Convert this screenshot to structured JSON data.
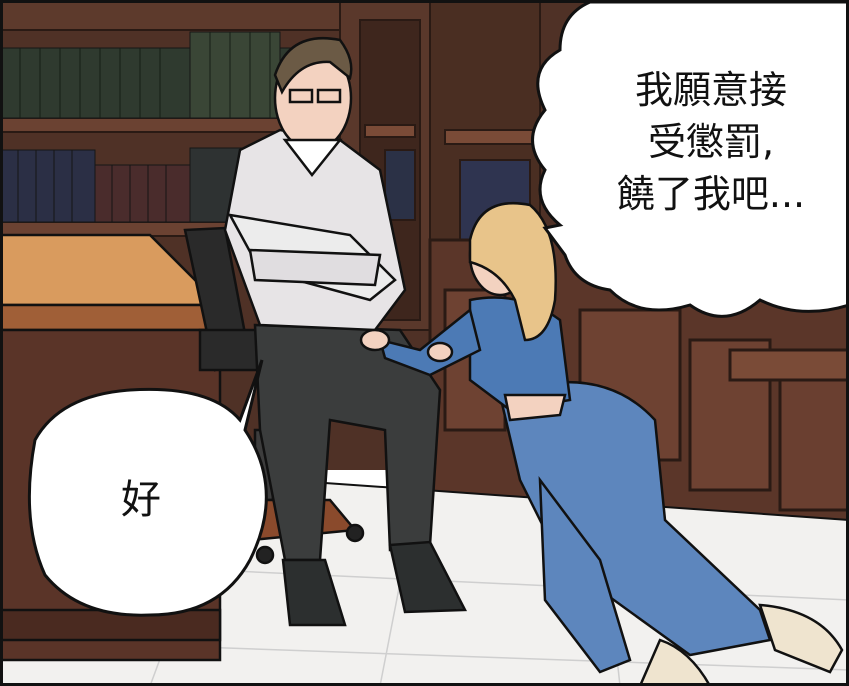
{
  "dialogue": {
    "right_bubble": {
      "lines": [
        "我願意接",
        "受懲罰,",
        "饒了我吧..."
      ]
    },
    "left_bubble": {
      "text": "好"
    }
  },
  "colors": {
    "wood_dark": "#4a2e22",
    "wood_mid": "#6b4232",
    "desk_top": "#d99b5e",
    "floor": "#f2f1ef",
    "shirt": "#e7e4e6",
    "trousers": "#3b3d3d",
    "top_blue": "#4c7ab5",
    "jeans_blue": "#5d86bd",
    "hair": "#e8c48a",
    "skin": "#f3d2c0",
    "outline": "#111111"
  }
}
